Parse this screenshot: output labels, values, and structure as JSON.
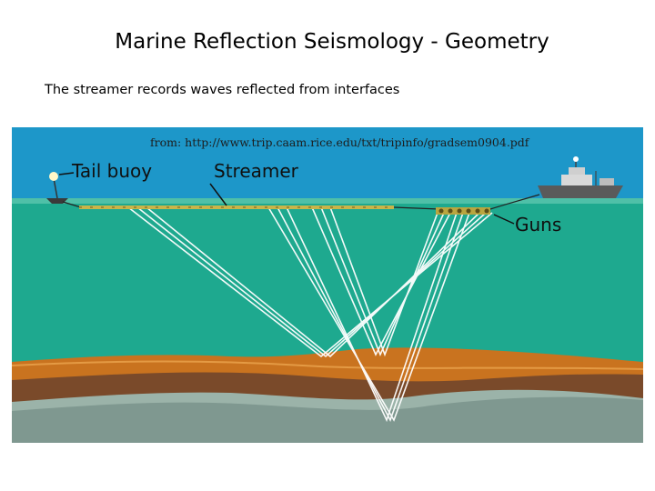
{
  "slide": {
    "title": "Marine Reflection Seismology - Geometry",
    "subtitle": "The streamer records waves reflected from interfaces"
  },
  "figure": {
    "source_note": "from: http://www.trip.caam.rice.edu/txt/tripinfo/gradsem0904.pdf",
    "labels": {
      "tail_buoy": "Tail buoy",
      "streamer": "Streamer",
      "guns": "Guns"
    },
    "colors": {
      "sky": "#1d97c9",
      "sea": "#1ea98f",
      "sea_deep": "#1f9e85",
      "sediment_orange": "#c9731f",
      "sediment_brown": "#7a4a2a",
      "rock_grey": "#8fa59c",
      "ray_paths": "#ffffff"
    }
  }
}
